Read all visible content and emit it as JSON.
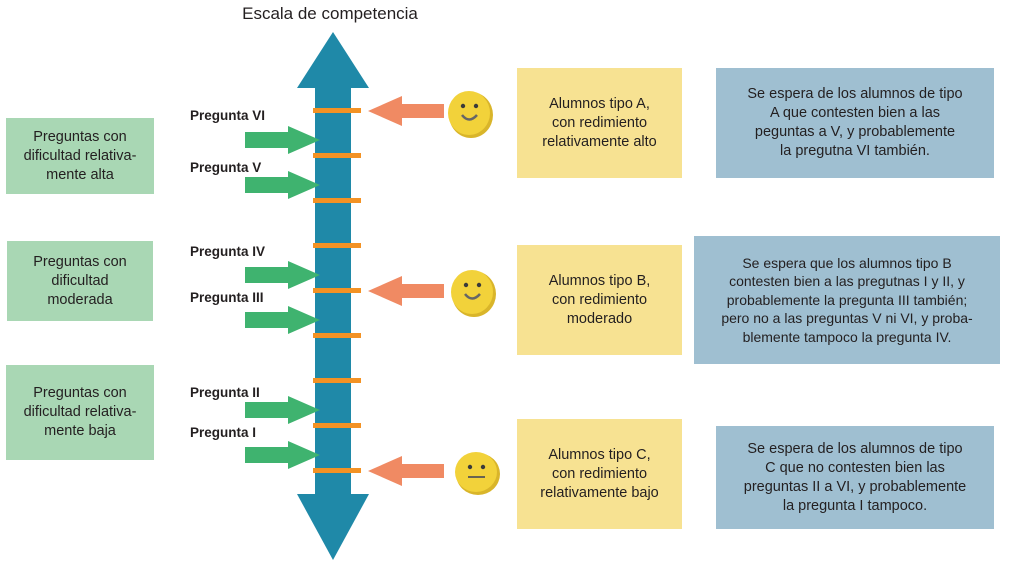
{
  "title": "Escala de competencia",
  "colors": {
    "axis": "#1f89a8",
    "tick": "#f39224",
    "question_arrow": "#3fb36f",
    "student_arrow": "#f08a63",
    "face": "#f2d23a",
    "difficulty_box": "#a9d7b4",
    "student_box": "#f7e292",
    "expectation_box": "#9fbfd1"
  },
  "difficulty_groups": [
    {
      "label": "Preguntas con\ndificultad relativa-\nmente alta"
    },
    {
      "label": "Preguntas con\ndificultad\nmoderada"
    },
    {
      "label": "Preguntas con\ndificultad relativa-\nmente baja"
    }
  ],
  "questions": [
    {
      "label": "Pregunta VI"
    },
    {
      "label": "Pregunta V"
    },
    {
      "label": "Pregunta IV"
    },
    {
      "label": "Pregunta III"
    },
    {
      "label": "Pregunta II"
    },
    {
      "label": "Pregunta I"
    }
  ],
  "students": [
    {
      "face": "smile-face-icon",
      "label": "Alumnos tipo A,\ncon redimiento\nrelativamente alto",
      "expectation": "Se espera de los alumnos de tipo\nA que contesten bien a las\npeguntas a V, y probablemente\nla pregutna VI también."
    },
    {
      "face": "smile-face-icon",
      "label": "Alumnos tipo B,\ncon redimiento\nmoderado",
      "expectation": "Se espera que los alumnos tipo B\ncontesten bien a las pregutnas I y II, y\nprobablemente la pregunta III también;\npero no a las preguntas V ni VI, y proba-\nblemente tampoco la pregunta IV."
    },
    {
      "face": "neutral-face-icon",
      "label": "Alumnos tipo C,\ncon redimiento\nrelativamente bajo",
      "expectation": "Se espera de los alumnos de tipo\nC que no contesten bien las\npreguntas II a VI, y probablemente\nla pregunta I tampoco."
    }
  ]
}
